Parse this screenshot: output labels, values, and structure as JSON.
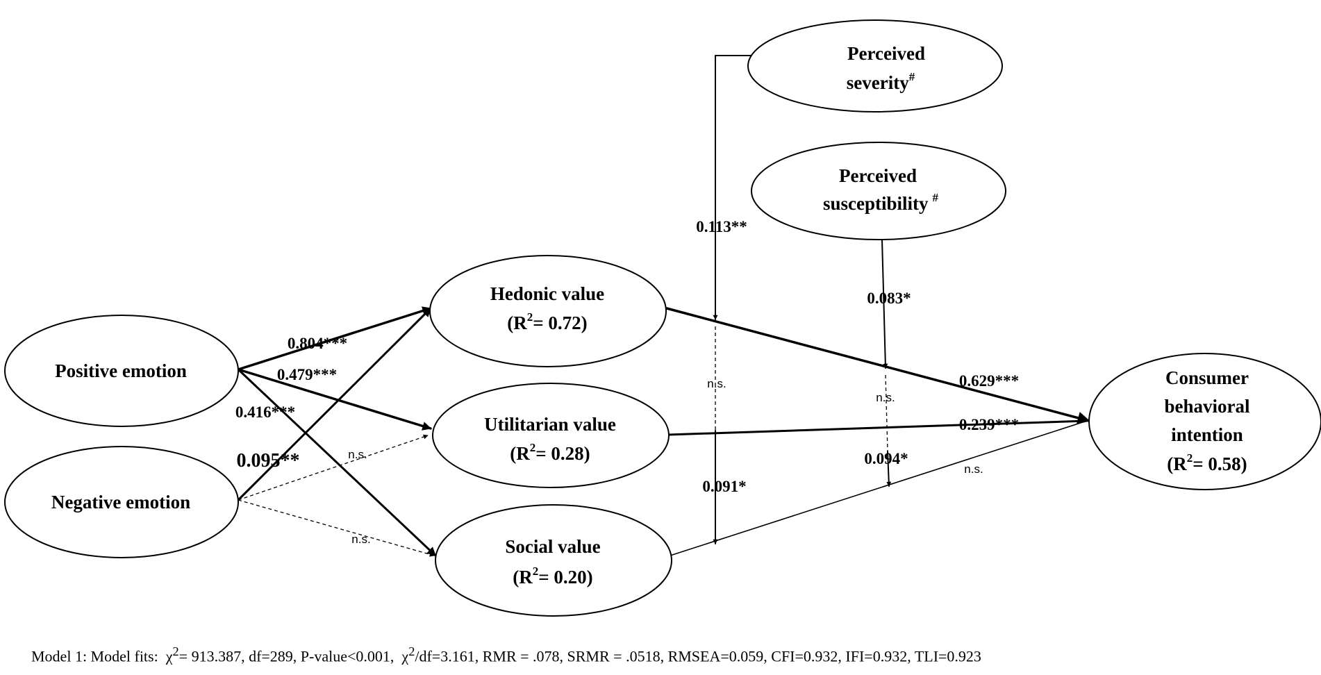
{
  "nodes": {
    "severity": {
      "line1": "Perceived",
      "line2": "severity",
      "mark": "#"
    },
    "susceptibility": {
      "line1": "Perceived",
      "line2": "susceptibility",
      "mark": "#"
    },
    "hedonic": {
      "line1": "Hedonic value",
      "r2_prefix": "(R",
      "r2_sup": "2",
      "r2_rest": "= 0.72)"
    },
    "utilitarian": {
      "line1": "Utilitarian value",
      "r2_prefix": "(R",
      "r2_sup": "2",
      "r2_rest": "= 0.28)"
    },
    "social": {
      "line1": "Social value",
      "r2_prefix": "(R",
      "r2_sup": "2",
      "r2_rest": "= 0.20)"
    },
    "positive": {
      "label": "Positive emotion"
    },
    "negative": {
      "label": "Negative emotion"
    },
    "intention": {
      "line1": "Consumer",
      "line2": "behavioral",
      "line3": "intention",
      "r2_prefix": "(R",
      "r2_sup": "2",
      "r2_rest": "= 0.58)"
    }
  },
  "paths": {
    "pos_hedonic": "0.804***",
    "pos_utilitarian": "0.479***",
    "pos_social": "0.416***",
    "neg_hedonic": "0.095**",
    "neg_utilitarian": "n.s.",
    "neg_social": "n.s.",
    "hedonic_intention": "0.629***",
    "utilitarian_intention": "0.239***",
    "social_intention": "n.s.",
    "sev_hedonic": "0.113**",
    "sev_utilitarian": "n.s.",
    "sev_social": "0.091*",
    "sus_hedonic": "0.083*",
    "sus_utilitarian": "n.s.",
    "sus_social": "0.094*"
  },
  "footer": {
    "model": "Model 1: Model fits:",
    "chi_sym": "χ",
    "chi_sup": "2",
    "chi_val": "= 913.387, df=289, P-value<0.001,",
    "chidf_sym": "χ",
    "chidf_sup": "2",
    "chidf_val": "/df=3.161, RMR = .078, SRMR = .0518, RMSEA=0.059, CFI=0.932, IFI=0.932, TLI=0.923"
  }
}
